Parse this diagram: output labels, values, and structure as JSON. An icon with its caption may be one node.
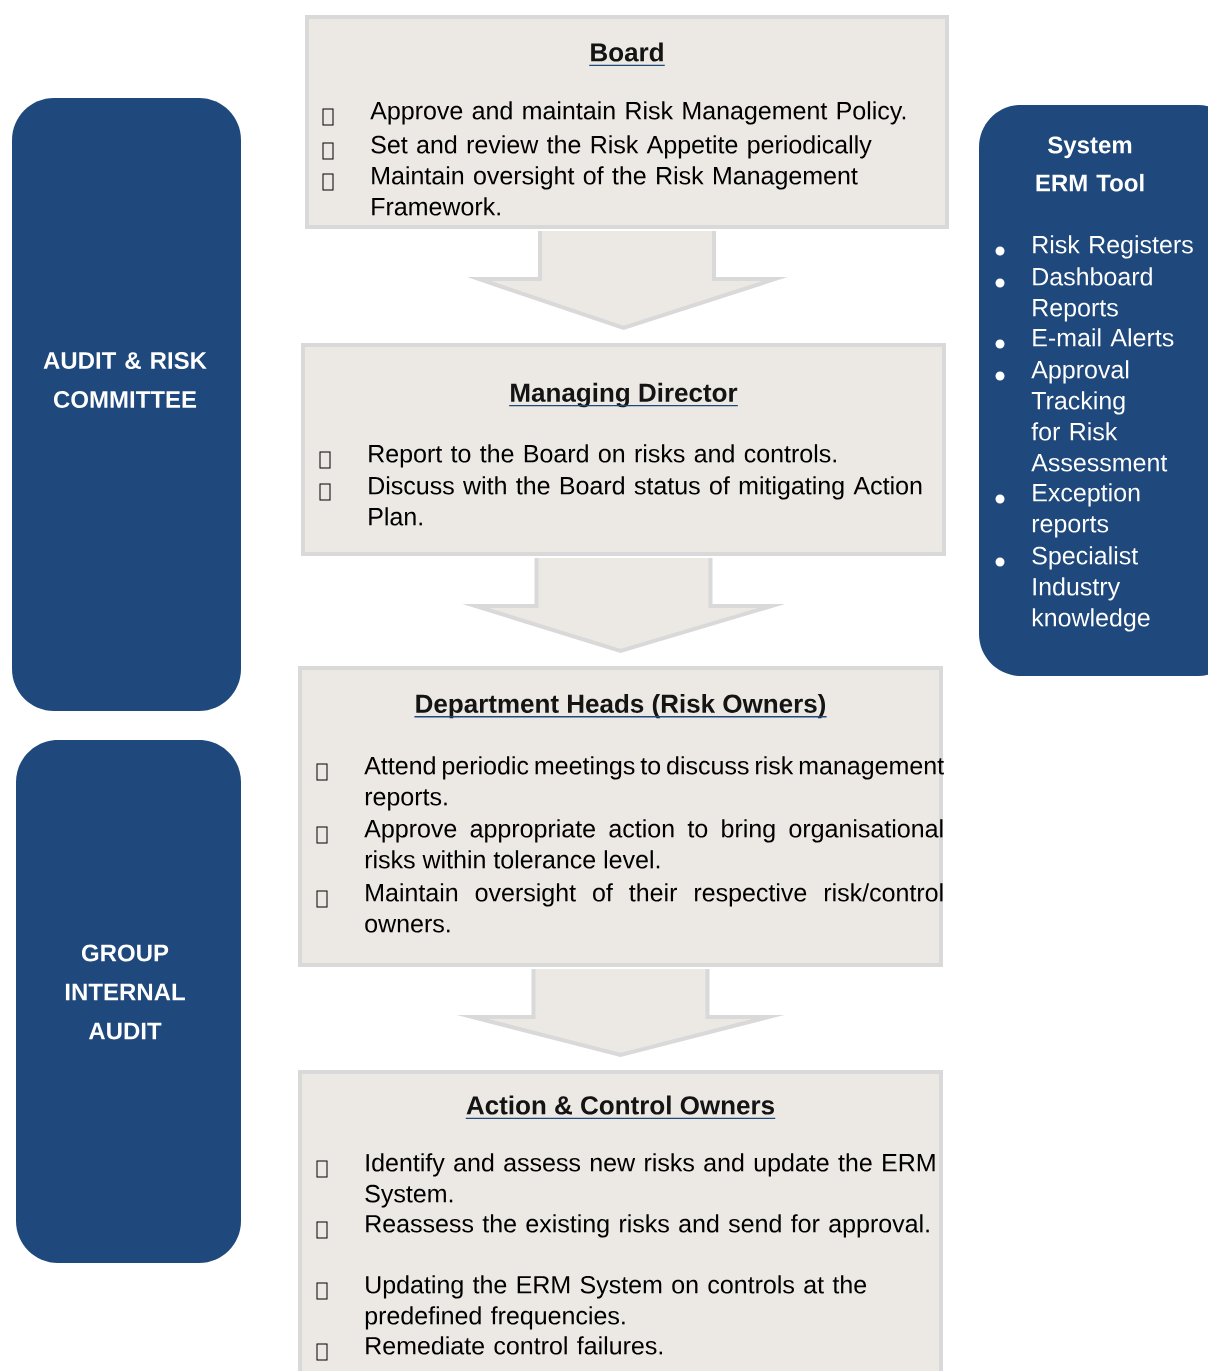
{
  "diagram": {
    "nodes": [
      {
        "text": [
          "Board",
          "Approve and maintain Risk Management Policy.",
          "Set and review the Risk Appetite periodically",
          "Maintain oversight of the Risk Management Framework."
        ]
      },
      {
        "text": [
          "Managing Director",
          "Report to the Board on risks and controls.",
          "Discuss with the Board status of  mitigating Action Plan."
        ]
      },
      {
        "text": [
          "Department Heads (Risk Owners)",
          "Attend periodic meetings to discuss risk management reports.",
          "Approve appropriate action to bring organisational risks within tolerance level.",
          "Maintain oversight of their respective risk/control owners."
        ]
      },
      {
        "text": [
          "Action & Control Owners",
          "Identify and assess new risks and update the ERM System.",
          "Reassess the existing risks and send for approval.",
          "Updating the ERM System on controls at the predefined frequencies.",
          "Remediate control failures."
        ]
      },
      {
        "text": [
          "AUDIT & RISK COMMITTEE"
        ]
      },
      {
        "text": [
          "GROUP INTERNAL AUDIT"
        ]
      },
      {
        "text": [
          "System ERM Tool",
          "Risk Registers",
          "Dashboard Reports",
          "E-mail Alerts",
          "Approval Tracking for Risk Assessment",
          "Exception reports",
          "Specialist Industry knowledge"
        ]
      }
    ],
    "edges": [
      {
        "from": 0,
        "to": 1,
        "arrow": "to"
      },
      {
        "from": 1,
        "to": 2,
        "arrow": "to"
      },
      {
        "from": 2,
        "to": 3,
        "arrow": "to"
      }
    ]
  }
}
